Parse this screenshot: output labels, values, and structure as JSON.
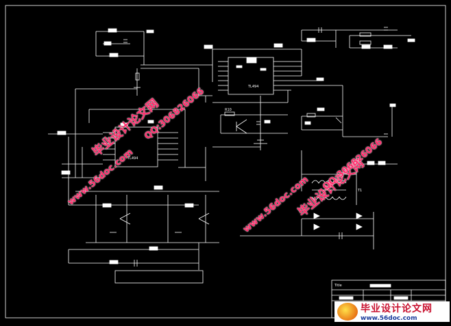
{
  "labels": {
    "ic_top": "TL494",
    "ic_left": "TL494",
    "resistor_r10": "R10",
    "transformer_t1": "T1",
    "title_block_label": "Title"
  },
  "watermarks": {
    "cn_text": "毕业设计论文网",
    "url_text": "www.56doc.com",
    "qq_text": "QQ:306826066"
  },
  "footer_banner": {
    "title": "毕业设计论文网",
    "url": "www.56doc.com"
  },
  "colors": {
    "background": "#000000",
    "wire": "#ffffff",
    "watermark": "#ff2a6a",
    "banner_title": "#c8102e",
    "banner_url": "#1a3b9c"
  }
}
